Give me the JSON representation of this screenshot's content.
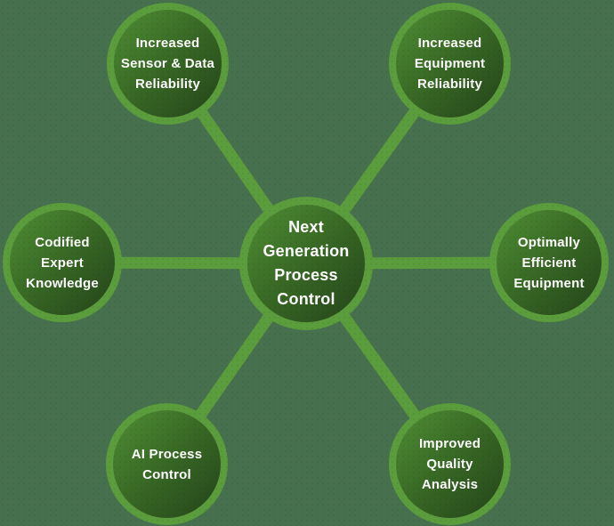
{
  "diagram": {
    "center": {
      "id": "next-generation-process-control",
      "label": "Next\nGeneration\nProcess\nControl"
    },
    "nodes": [
      {
        "id": "increased-sensor-data-reliability",
        "position": "top-left",
        "label": "Increased\nSensor & Data\nReliability"
      },
      {
        "id": "increased-equipment-reliability",
        "position": "top-right",
        "label": "Increased\nEquipment\nReliability"
      },
      {
        "id": "codified-expert-knowledge",
        "position": "left",
        "label": "Codified\nExpert\nKnowledge"
      },
      {
        "id": "optimally-efficient-equipment",
        "position": "right",
        "label": "Optimally\nEfficient\nEquipment"
      },
      {
        "id": "ai-process-control",
        "position": "bottom-left",
        "label": "AI Process\nControl"
      },
      {
        "id": "improved-quality-analysis",
        "position": "bottom-right",
        "label": "Improved\nQuality\nAnalysis"
      }
    ]
  },
  "colors": {
    "background": "#47714e",
    "connector": "#5b9c3d",
    "ring": "#5b9c3d",
    "node_gradient_start": "#4f8e35",
    "node_gradient_end": "#24431a",
    "text": "#ffffff"
  }
}
